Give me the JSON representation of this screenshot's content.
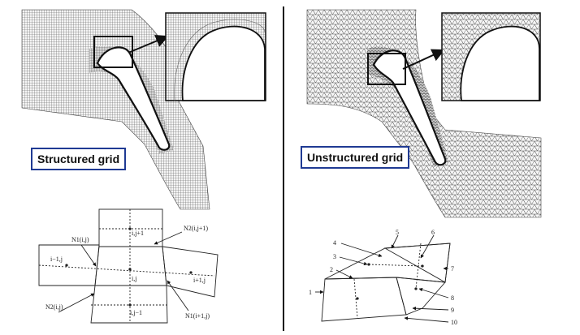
{
  "left": {
    "caption": "Structured grid",
    "cell_labels": {
      "center": "i,j",
      "top": "i,j+1",
      "left": "i−1,j",
      "right": "i+1,j",
      "bottom": "i,j−1"
    },
    "node_labels": {
      "n1_ij": "N1(i,j)",
      "n2_ij1": "N2(i,j+1)",
      "n2_ij": "N2(i,j)",
      "n1_i1j": "N1(i+1,j)"
    }
  },
  "right": {
    "caption": "Unstructured grid",
    "numbers": [
      "1",
      "2",
      "3",
      "4",
      "5",
      "6",
      "7",
      "8",
      "9",
      "10"
    ]
  }
}
